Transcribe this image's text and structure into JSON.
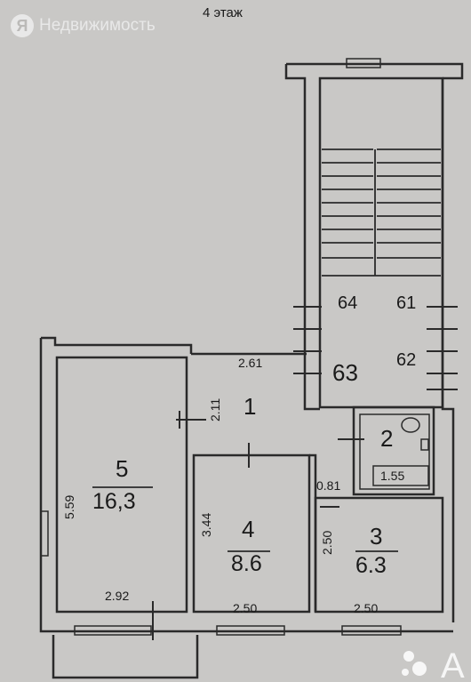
{
  "floor_label": "4 этаж",
  "watermark": {
    "logo_letter": "Я",
    "text": "Недвижимость"
  },
  "avito_letter": "А",
  "rooms": [
    {
      "id": "1",
      "number": "1",
      "area": ""
    },
    {
      "id": "2",
      "number": "2",
      "area": ""
    },
    {
      "id": "3",
      "number": "3",
      "area": "6.3"
    },
    {
      "id": "4",
      "number": "4",
      "area": "8.6"
    },
    {
      "id": "5",
      "number": "5",
      "area": "16,3"
    }
  ],
  "stair_numbers": [
    "64",
    "61",
    "63",
    "62"
  ],
  "dimensions": {
    "d261": "2.61",
    "d211": "2.11",
    "d559": "5.59",
    "d344": "3.44",
    "d081": "0.81",
    "d250_vert": "2.50",
    "d155": "1.55",
    "d292": "2.92",
    "d250_room4": "2.50",
    "d250_room3": "2.50"
  },
  "colors": {
    "background": "#c9c8c6",
    "wall": "#2a2a2a",
    "watermark": "#eeeeee"
  }
}
